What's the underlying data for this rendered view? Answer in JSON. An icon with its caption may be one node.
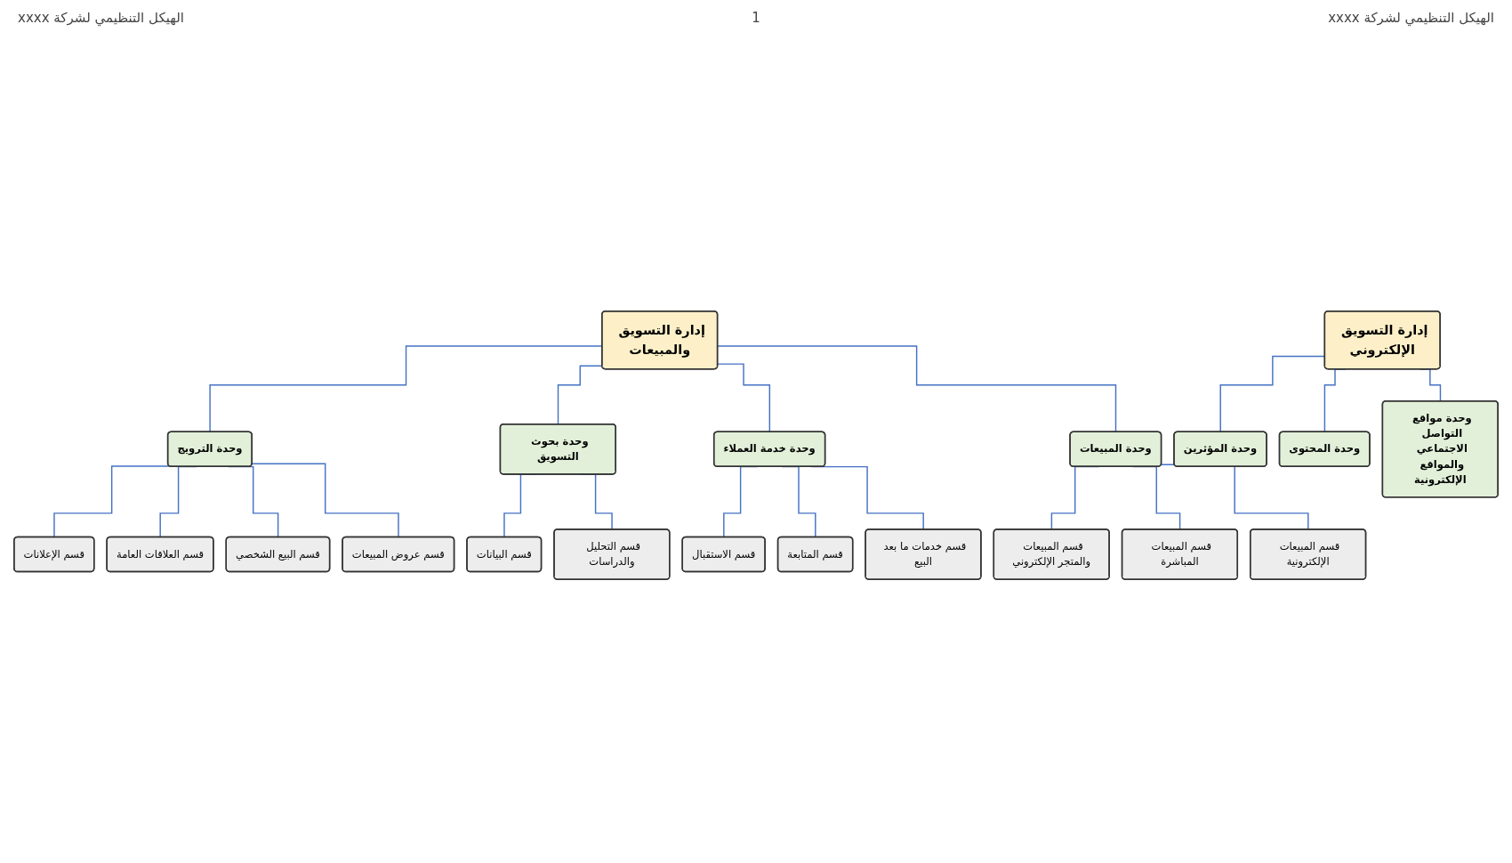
{
  "diagram": {
    "nodes": [
      {
        "text": [
          "إدارة التسويق والمبيعات"
        ]
      },
      {
        "text": [
          "وحدة الترويج"
        ]
      },
      {
        "text": [
          "وحدة بحوث التسويق"
        ]
      },
      {
        "text": [
          "وحدة خدمة العملاء"
        ]
      },
      {
        "text": [
          "وحدة المبيعات"
        ]
      },
      {
        "text": [
          "قسم الإعلانات"
        ]
      },
      {
        "text": [
          "قسم العلاقات العامة"
        ]
      },
      {
        "text": [
          "قسم البيع الشخصي"
        ]
      },
      {
        "text": [
          "قسم عروض المبيعات"
        ]
      },
      {
        "text": [
          "قسم البيانات"
        ]
      },
      {
        "text": [
          "قسم التحليل والدراسات"
        ]
      },
      {
        "text": [
          "قسم الاستقبال"
        ]
      },
      {
        "text": [
          "قسم المتابعة"
        ]
      },
      {
        "text": [
          "قسم خدمات ما بعد البيع"
        ]
      },
      {
        "text": [
          "قسم المبيعات والمتجر الإلكتروني"
        ]
      },
      {
        "text": [
          "قسم المبيعات المباشرة"
        ]
      },
      {
        "text": [
          "قسم المبيعات الإلكترونية"
        ]
      },
      {
        "text": [
          "إدارة التسويق الإلكتروني"
        ]
      },
      {
        "text": [
          "وحدة المؤثرين"
        ]
      },
      {
        "text": [
          "وحدة المحتوى"
        ]
      },
      {
        "text": [
          "وحدة مواقع التواصل الاجتماعي والمواقع الإلكترونية"
        ]
      }
    ],
    "edges": [
      {
        "from": 0,
        "to": 1,
        "arrow": "none"
      },
      {
        "from": 0,
        "to": 2,
        "arrow": "none"
      },
      {
        "from": 0,
        "to": 3,
        "arrow": "none"
      },
      {
        "from": 0,
        "to": 4,
        "arrow": "none"
      },
      {
        "from": 1,
        "to": 5,
        "arrow": "none"
      },
      {
        "from": 1,
        "to": 6,
        "arrow": "none"
      },
      {
        "from": 1,
        "to": 7,
        "arrow": "none"
      },
      {
        "from": 1,
        "to": 8,
        "arrow": "none"
      },
      {
        "from": 2,
        "to": 9,
        "arrow": "none"
      },
      {
        "from": 2,
        "to": 10,
        "arrow": "none"
      },
      {
        "from": 3,
        "to": 11,
        "arrow": "none"
      },
      {
        "from": 3,
        "to": 12,
        "arrow": "none"
      },
      {
        "from": 3,
        "to": 13,
        "arrow": "none"
      },
      {
        "from": 4,
        "to": 14,
        "arrow": "none"
      },
      {
        "from": 4,
        "to": 15,
        "arrow": "none"
      },
      {
        "from": 4,
        "to": 16,
        "arrow": "none"
      },
      {
        "from": 17,
        "to": 18,
        "arrow": "none"
      },
      {
        "from": 17,
        "to": 19,
        "arrow": "none"
      },
      {
        "from": 17,
        "to": 20,
        "arrow": "none"
      }
    ],
    "labels": [
      "الهيكل التنظيمي لشركة xxxx",
      "1",
      "الهيكل التنظيمي لشركة xxxx"
    ]
  }
}
